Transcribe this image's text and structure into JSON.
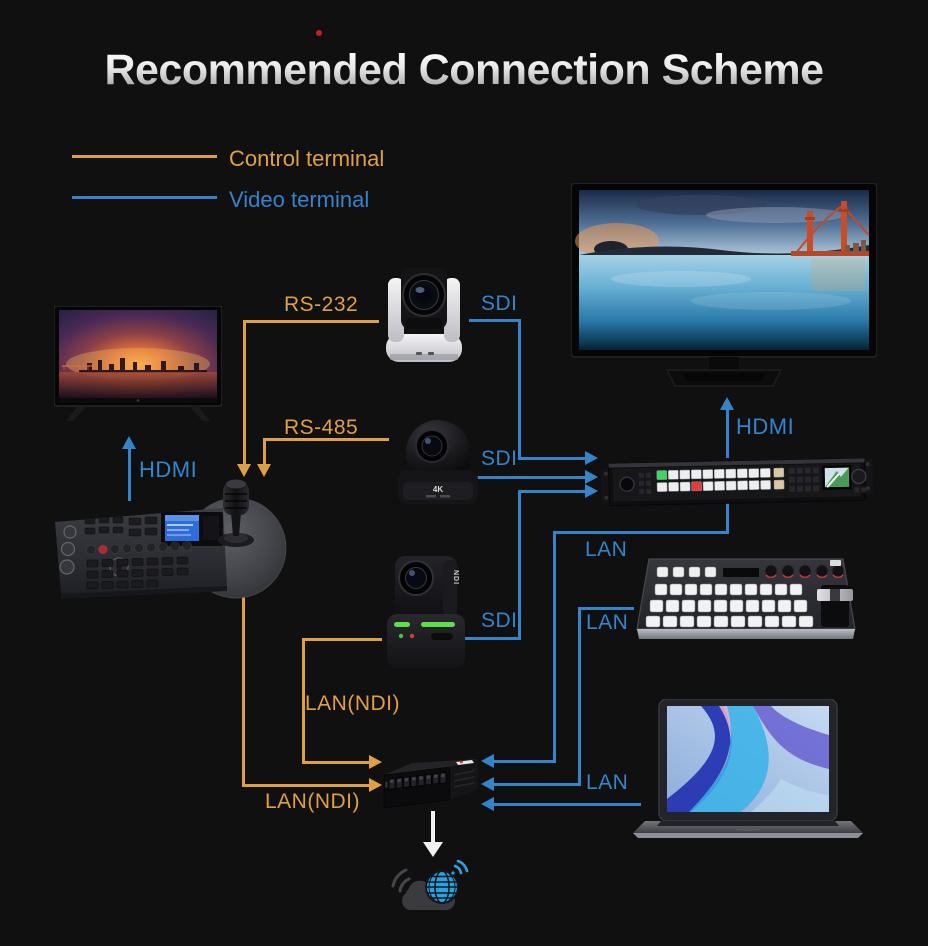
{
  "title": "Recommended Connection Scheme",
  "legend": {
    "control": "Control terminal",
    "video": "Video terminal"
  },
  "connection_labels": {
    "rs232": "RS-232",
    "rs485": "RS-485",
    "sdi": "SDI",
    "hdmi": "HDMI",
    "lan": "LAN",
    "lan_ndi": "LAN(NDI)"
  },
  "device_markings": {
    "camera_4k_badge": "4K",
    "camera_ndi_label": "NDI"
  },
  "colors": {
    "background": "#101010",
    "control": "#DFA044",
    "video": "#3484CB",
    "title": "#E6E6E6"
  },
  "devices": [
    "tv-display",
    "joystick-controller",
    "ptz-camera-white",
    "ptz-camera-4k",
    "ptz-camera-ndi",
    "studio-monitor",
    "video-switcher",
    "switcher-control-panel",
    "laptop",
    "network-switch",
    "internet-cloud"
  ]
}
